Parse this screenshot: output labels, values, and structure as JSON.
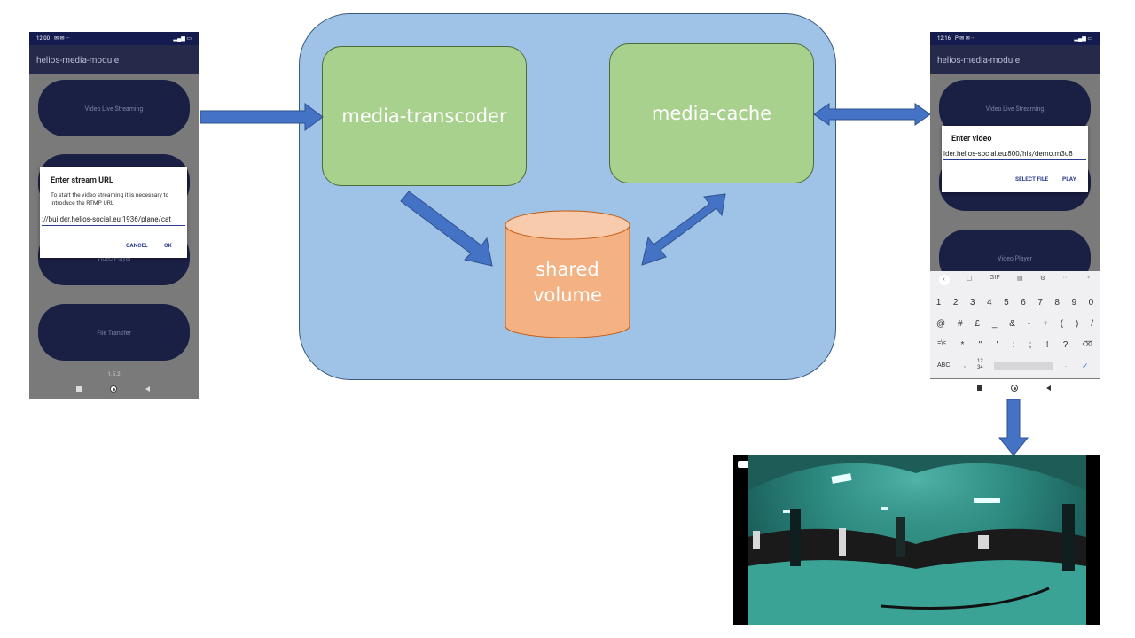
{
  "phone_left": {
    "status_time": "12:00",
    "status_icons": "✉ ✉ ···",
    "app_title": "helios-media-module",
    "buttons": [
      "Video Live Streaming",
      "",
      "Video Player",
      "File Transfer"
    ],
    "dialog_title": "Enter stream URL",
    "dialog_text": "To start the video streaming it is necessary to introduce the RTMP URL",
    "dialog_input": "://builder.helios-social.eu:1936/plane/cat",
    "cancel": "CANCEL",
    "ok": "OK",
    "version": "1.5.2"
  },
  "diagram": {
    "transcoder": "media-transcoder",
    "cache": "media-cache",
    "volume_line1": "shared",
    "volume_line2": "volume"
  },
  "phone_right": {
    "status_time": "12:16",
    "status_icons": "P ✉ ✉ ···",
    "app_title": "helios-media-module",
    "buttons": [
      "Video Live Streaming",
      "",
      "Video Player"
    ],
    "dialog_title": "Enter video",
    "dialog_input": "lder.helios-social.eu:800/hls/demo.m3u8",
    "select_file": "SELECT FILE",
    "play": "PLAY",
    "keyboard": {
      "toolbar": [
        "GIF",
        "···"
      ],
      "row1": [
        "1",
        "2",
        "3",
        "4",
        "5",
        "6",
        "7",
        "8",
        "9",
        "0"
      ],
      "row2": [
        "@",
        "#",
        "£",
        "_",
        "&",
        "-",
        "+",
        "(",
        ")",
        "/"
      ],
      "row3": [
        "=\\<",
        "*",
        "\"",
        "'",
        ":",
        ";",
        "!",
        "?",
        "⌫"
      ],
      "row4_left": "ABC",
      "row4_nums": "12\n34",
      "row4_comma": ",",
      "row4_period": ".",
      "row4_enter": "✓"
    }
  },
  "colors": {
    "app_dark": "#141c4f",
    "container": "#9ec3e7",
    "service_box": "#a9d18e",
    "volume": "#f4b183",
    "arrow": "#4472c4"
  }
}
